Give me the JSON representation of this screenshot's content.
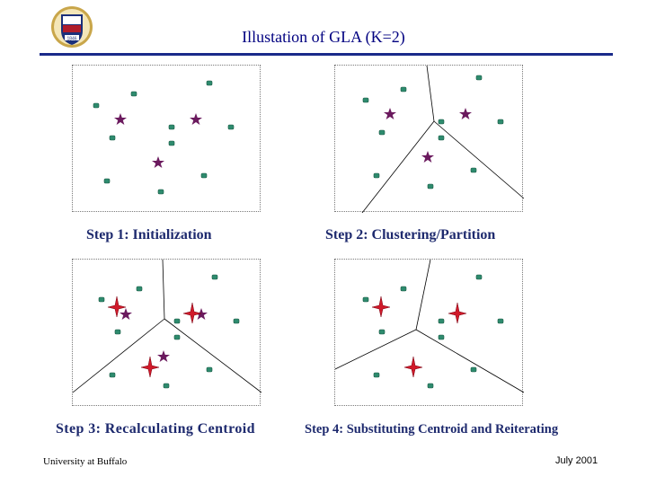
{
  "slide": {
    "title": "Illustation of GLA  (K=2)",
    "steps": [
      {
        "caption": "Step 1: Initialization"
      },
      {
        "caption": "Step 2: Clustering/Partition"
      },
      {
        "caption": "Step 3: Recalculating Centroid"
      },
      {
        "caption": "Step 4: Substituting Centroid and Reiterating"
      }
    ],
    "footer_left": "University at Buffalo",
    "footer_right": "July 2001",
    "logo_text": "1846"
  },
  "colors": {
    "title": "#000080",
    "rule": "#1a2a8a",
    "point_fill": "#2e8b6e",
    "codeword_star": "#6b1a5e",
    "centroid": "#d01a2a"
  }
}
